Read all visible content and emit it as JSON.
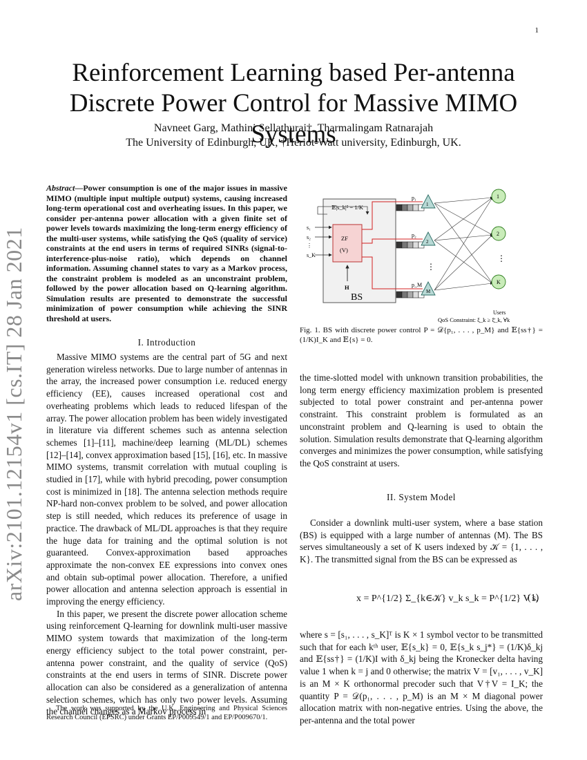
{
  "page_number": "1",
  "arxiv_stamp": "arXiv:2101.12154v1  [cs.IT]  28 Jan 2021",
  "title": "Reinforcement Learning based Per-antenna Discrete Power Control for Massive MIMO Systems",
  "authors": {
    "names": "Navneet Garg, Mathini Sellathurai†, Tharmalingam Ratnarajah",
    "affiliation": "The University of Edinburgh, UK, †Heriot-Watt university, Edinburgh, UK."
  },
  "abstract": {
    "label": "Abstract",
    "text": "—Power consumption is one of the major issues in massive MIMO (multiple input multiple output) systems, causing increased long-term operational cost and overheating issues. In this paper, we consider per-antenna power allocation with a given finite set of power levels towards maximizing the long-term energy efficiency of the multi-user systems, while satisfying the QoS (quality of service) constraints at the end users in terms of required SINRs (signal-to-interference-plus-noise ratio), which depends on channel information. Assuming channel states to vary as a Markov process, the constraint problem is modeled as an unconstraint problem, followed by the power allocation based on Q-learning algorithm. Simulation results are presented to demonstrate the successful minimization of power consumption while achieving the SINR threshold at users."
  },
  "sections": {
    "intro_heading": "I. Introduction",
    "intro_p1": "Massive MIMO systems are the central part of 5G and next generation wireless networks. Due to large number of antennas in the array, the increased power consumption i.e. reduced energy efficiency (EE), causes increased operational cost and overheating problems which leads to reduced lifespan of the array. The power allocation problem has been widely investigated in literature via different schemes such as antenna selection schemes [1]–[11], machine/deep learning (ML/DL) schemes [12]–[14], convex approximation based [15], [16], etc. In massive MIMO systems, transmit correlation with mutual coupling is studied in [17], while with hybrid precoding, power consumption cost is minimized in [18]. The antenna selection methods require NP-hard non-convex problem to be solved, and power allocation step is still needed, which reduces its preference of usage in practice. The drawback of ML/DL approaches is that they require the huge data for training and the optimal solution is not guaranteed. Convex-approximation based approaches approximate the non-convex EE expressions into convex ones and obtain sub-optimal power allocation. Therefore, a unified power allocation and antenna selection approach is essential in improving the energy efficiency.",
    "intro_p2": "In this paper, we present the discrete power allocation scheme using reinforcement Q-learning for downlink multi-user massive MIMO system towards that maximization of the long-term energy efficiency subject to the total power constraint, per-antenna power constraint, and the quality of service (QoS) constraints at the end users in terms of SINR. Discrete power allocation can also be considered as a generalization of antenna selection schemes, which has only two power levels. Assuming the channel changes as a Markov process in",
    "right_p1": "the time-slotted model with unknown transition probabilities, the long term energy efficiency maximization problem is presented subjected to total power constraint and per-antenna power constraint. This constraint problem is formulated as an unconstraint problem and Q-learning is used to obtain the solution. Simulation results demonstrate that Q-learning algorithm converges and minimizes the power consumption, while satisfying the QoS constraint at users.",
    "model_heading": "II. System Model",
    "model_p1": "Consider a downlink multi-user system, where a base station (BS) is equipped with a large number of antennas (M). The BS serves simultaneously a set of K users indexed by 𝒦 = {1, . . . , K}. The transmitted signal from the BS can be expressed as",
    "equation": "x = P^{1/2} Σ_{k∈𝒦} v_k s_k = P^{1/2} V s,",
    "equation_number": "(1)",
    "model_p2": "where s = [s₁, . . . , s_K]ᵀ is K × 1 symbol vector to be transmitted such that for each kᵗʰ user, 𝔼{s_k} = 0, 𝔼{s_k s_j*} = (1/K)δ_kj and 𝔼{ss†} = (1/K)I with δ_kj being the Kronecker delta having value 1 when k = j and 0 otherwise; the matrix V = [v₁, . . . , v_K] is an M × K orthonormal precoder such that V†V = I_K; the quantity P = 𝒟(p₁, . . . , p_M) is an M × M diagonal power allocation matrix with non-negative entries. Using the above, the per-antenna and the total power"
  },
  "footnote": "The work was supported by the U.K. Engineering and Physical Sciences Research Council (EPSRC) under Grants EP/P009549/1 and EP/P009670/1.",
  "figure": {
    "caption": "Fig. 1.  BS with discrete power control P = 𝒟{p₁, . . . , p_M} and 𝔼{ss†} = (1/K)I_K and 𝔼{s} = 0.",
    "bs_label": "BS",
    "zf_label": "ZF",
    "v_label": "(V)",
    "h_label": "H",
    "power_eq": "𝔼|s_k|² = 1/K",
    "inputs": [
      "s₁",
      "s₂",
      "⋮",
      "s_K"
    ],
    "antennas": [
      "1",
      "2",
      "M"
    ],
    "power_labels": [
      "p₁",
      "p₂",
      "p_M"
    ],
    "users": [
      "1",
      "2",
      "K"
    ],
    "users_label": "Users",
    "qos": "QoS Constraint: ξ_k ≥ ξ̄_k, ∀k",
    "colors": {
      "antenna_fill": "#b8d9d5",
      "user_fill": "#c9ecb9",
      "zf_fill": "#f6d3d3",
      "line_red": "#d42020",
      "bs_fill": "#f1f1f1"
    }
  }
}
